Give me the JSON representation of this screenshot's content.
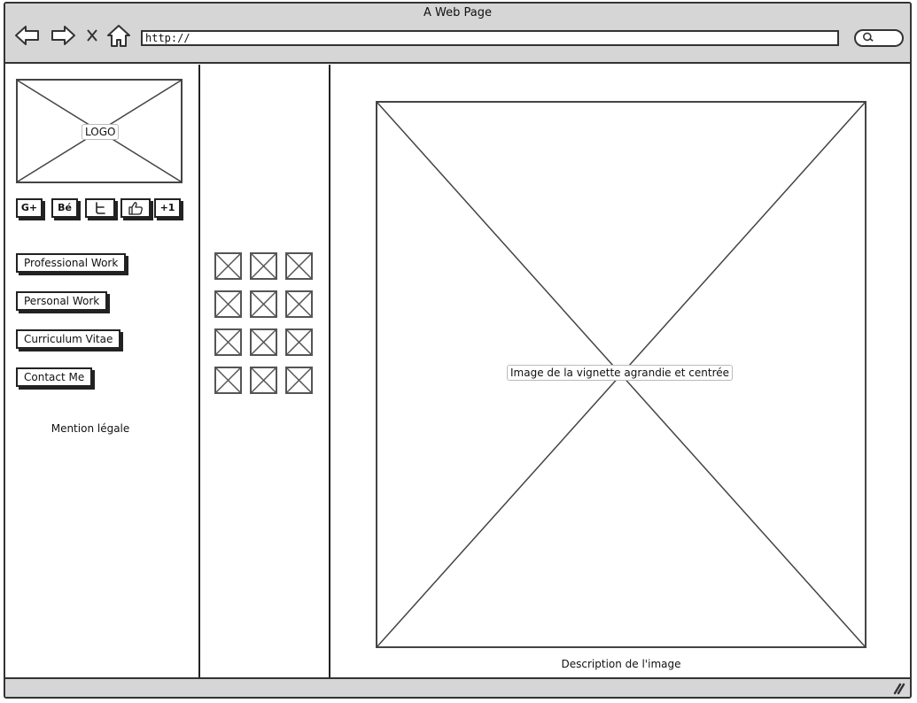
{
  "window": {
    "title": "A Web Page"
  },
  "browser": {
    "url": "http://",
    "nav": [
      {
        "name": "back-arrow-icon"
      },
      {
        "name": "forward-arrow-icon"
      },
      {
        "name": "stop-x-icon"
      },
      {
        "name": "home-icon"
      }
    ],
    "search_icon": "search-icon"
  },
  "sidebar": {
    "logo_label": "LOGO",
    "social": [
      {
        "label": "G+",
        "icon": "google-plus-icon"
      },
      {
        "label": "Bé",
        "icon": "behance-icon"
      },
      {
        "label": "",
        "icon": "twitter-icon"
      },
      {
        "label": "",
        "icon": "thumbs-up-icon"
      },
      {
        "label": "+1",
        "icon": "plus-one-icon"
      }
    ],
    "menu": [
      {
        "label": "Professional Work"
      },
      {
        "label": "Personal Work"
      },
      {
        "label": "Curriculum Vitae"
      },
      {
        "label": "Contact Me"
      }
    ],
    "legal": "Mention légale"
  },
  "gallery": {
    "rows": 4,
    "cols": 3
  },
  "main": {
    "image_label": "Image de la vignette agrandie et centrée",
    "description": "Description de l'image"
  },
  "colors": {
    "chrome": "#d6d6d6",
    "border": "#333333",
    "background": "#ffffff"
  }
}
